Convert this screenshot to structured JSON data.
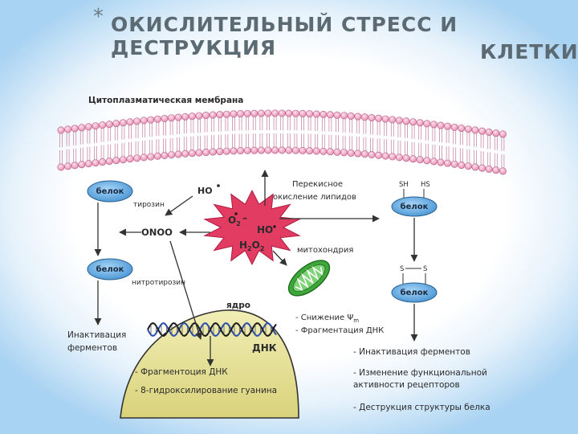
{
  "slide": {
    "title_star": "*",
    "title_line1": "ОКИСЛИТЕЛЬНЫЙ СТРЕСС И ДЕСТРУКЦИЯ",
    "title_line2": "КЛЕТКИ"
  },
  "diagram": {
    "membrane_label": "Цитоплазматическая мембрана",
    "protein_1": "белок",
    "protein_2": "белок",
    "protein_3": "белок",
    "protein_4": "белок",
    "tyrosine": "тирозин",
    "nitrotyrosine": "нитротирозин",
    "hydroxyl": "HO",
    "peroxynitrite": "ONOO",
    "ros_o2": "O",
    "ros_o2_sub": "2",
    "ros_ho": "HO",
    "ros_h2o2_h": "H",
    "ros_h2o2_sub1": "2",
    "ros_h2o2_o": "O",
    "ros_h2o2_sub2": "2",
    "lipid_peroxidation_1": "Перекисное",
    "lipid_peroxidation_2": "окисление липидов",
    "sh_left": "SH",
    "sh_right": "HS",
    "s_left": "S",
    "s_right": "S",
    "mitochondria": "митохондрия",
    "mito_effect_1": "- Снижение Ψ",
    "mito_effect_1_sub": "m",
    "mito_effect_2": "- Фрагментация ДНК",
    "nucleus": "ядро",
    "dna": "ДНК",
    "inactivation_1": "Инактивация",
    "inactivation_2": "ферментов",
    "nucleus_effect_1": "- Фрагментоция ДНК",
    "nucleus_effect_2": "- 8-гидроксилирование гуанина",
    "protein_effect_1": "- Инактивация ферментов",
    "protein_effect_2": "- Изменение функциональной",
    "protein_effect_3": "активности рецепторов",
    "protein_effect_4": "- Деструкция структуры белка"
  },
  "colors": {
    "protein_fill": "#5aa9e0",
    "membrane_head": "#f3a3c4",
    "star_fill": "#e23c62",
    "mito_fill": "#3ea83a",
    "nucleus_fill": "#e7e39b",
    "dna_strand": "#2a4fb0",
    "title": "#5b6a73"
  }
}
